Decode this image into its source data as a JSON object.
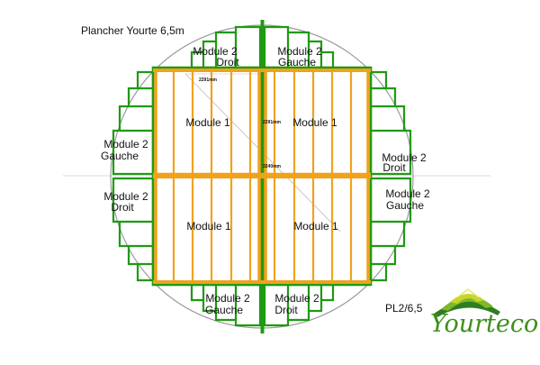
{
  "title": "Plancher Yourte 6,5m",
  "reference": "PL2/6,5",
  "logo": {
    "text": "Yourteco",
    "colors": [
      "#c8d62a",
      "#7cb82c",
      "#2f7d1e"
    ]
  },
  "colors": {
    "outline": "#1f9a12",
    "beam": "#f0a21c",
    "circle": "#9a9a9a",
    "axis": "#c8c8c8"
  },
  "quadrant_label": "Module 1",
  "labels": {
    "top_left": [
      "Module 2",
      "Droit"
    ],
    "top_right": [
      "Module 2",
      "Gauche"
    ],
    "left_upper": [
      "Module 2",
      "Gauche"
    ],
    "left_lower": [
      "Module 2",
      "Droit"
    ],
    "right_upper": [
      "Module 2",
      "Droit"
    ],
    "right_lower": [
      "Module 2",
      "Gauche"
    ],
    "bottom_left": [
      "Module 2",
      "Gauche"
    ],
    "bottom_right": [
      "Module 2",
      "Droit"
    ]
  },
  "dimensions": {
    "top": "2291mm",
    "vertical": "2291mm",
    "center": "3240mm"
  }
}
